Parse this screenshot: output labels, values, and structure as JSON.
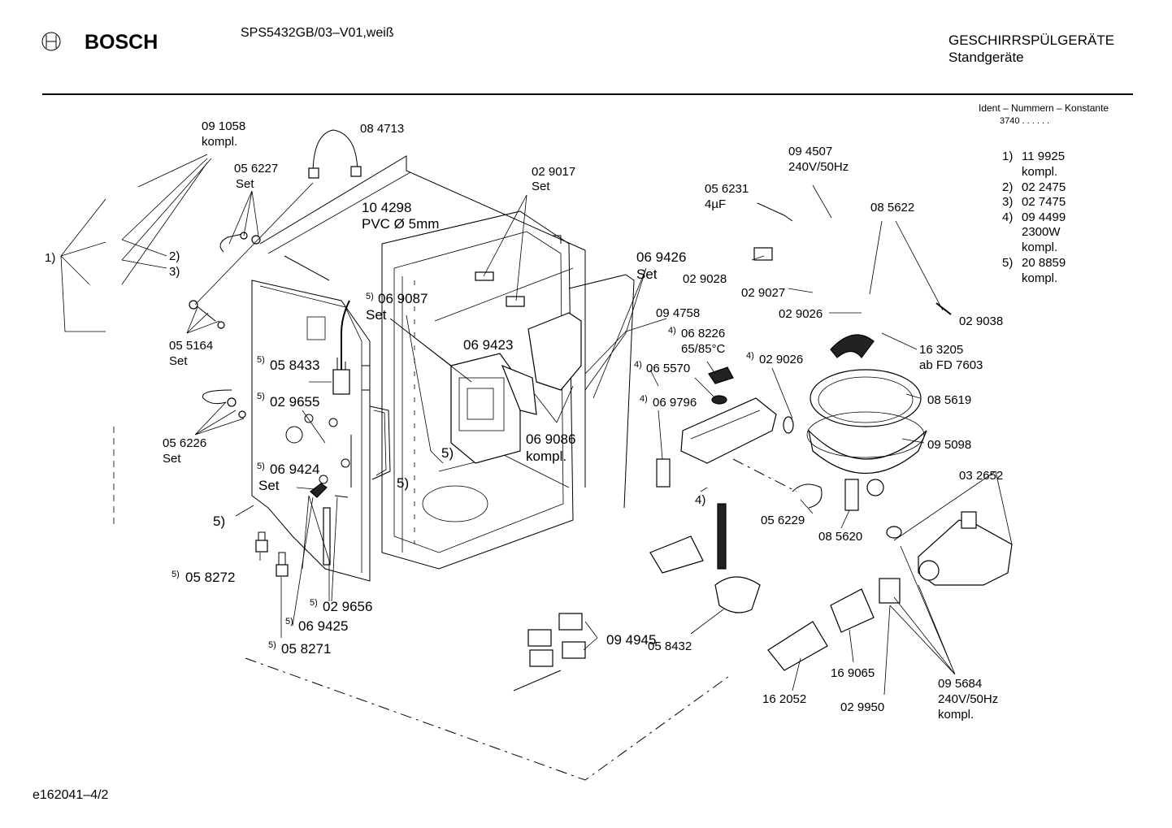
{
  "header": {
    "brand": "BOSCH",
    "model": "SPS5432GB/03–V01,weiß",
    "category": "GESCHIRRSPÜLGERÄTE",
    "subcategory": "Standgeräte",
    "ident_title": "Ident – Nummern – Konstante",
    "ident_value": "3740 . .  . . . ."
  },
  "footer": {
    "page_id": "e162041–4/2"
  },
  "legend": [
    {
      "num": "1)",
      "text": "11 9925",
      "text2": "kompl."
    },
    {
      "num": "2)",
      "text": "02 2475"
    },
    {
      "num": "3)",
      "text": "02 7475"
    },
    {
      "num": "4)",
      "text": "09 4499",
      "text2": "2300W",
      "text3": "kompl."
    },
    {
      "num": "5)",
      "text": "20 8859",
      "text2": "kompl."
    }
  ],
  "callouts": {
    "p091058": [
      "09 1058",
      "kompl."
    ],
    "p084713": "08 4713",
    "p056227": [
      "05 6227",
      "Set"
    ],
    "p104298": [
      "10 4298",
      "PVC Ø 5mm"
    ],
    "p029017": [
      "02 9017",
      "Set"
    ],
    "p094507": [
      "09 4507",
      "240V/50Hz"
    ],
    "p056231": [
      "05 6231",
      "4µF"
    ],
    "p085622": "08 5622",
    "ref1": "1)",
    "ref2": "2)",
    "ref3": "3)",
    "p069426": [
      "06 9426",
      "Set"
    ],
    "p029028": "02 9028",
    "p029027": "02 9027",
    "p029026a": "02 9026",
    "p029038": "02 9038",
    "p069087": [
      "06 9087",
      "Set"
    ],
    "p069087_ref": "5)",
    "p055164": [
      "05 5164",
      "Set"
    ],
    "p094758": "09 4758",
    "p068226": [
      "06 8226",
      "65/85°C"
    ],
    "p068226_ref": "4)",
    "p163205": [
      "16 3205",
      "ab FD 7603"
    ],
    "p058433": "05 8433",
    "p058433_ref": "5)",
    "p069423": "06 9423",
    "p065570": "06 5570",
    "p065570_ref": "4)",
    "p029026b": "02 9026",
    "p029026b_ref": "4)",
    "p029655": "02 9655",
    "p029655_ref": "5)",
    "p085619": "08 5619",
    "p069796": "06 9796",
    "p069796_ref": "4)",
    "p069086": [
      "06 9086",
      "kompl."
    ],
    "p095098": "09 5098",
    "p056226": [
      "05 6226",
      "Set"
    ],
    "ref5_door": "5)",
    "ref5_tub": "5)",
    "p069424": [
      "06 9424",
      "Set"
    ],
    "p069424_ref": "5)",
    "p032652": "03 2652",
    "ref5_panel": "5)",
    "ref4_heater": "4)",
    "p056229": "05 6229",
    "p085620": "08 5620",
    "p058272": "05 8272",
    "p058272_ref": "5)",
    "p029656": "02 9656",
    "p029656_ref": "5)",
    "p069425": "06 9425",
    "p069425_ref": "5)",
    "p094945": "09 4945",
    "p058271": "05 8271",
    "p058271_ref": "5)",
    "p058432": "05 8432",
    "p169065": "16 9065",
    "p095684": [
      "09 5684",
      "240V/50Hz",
      "kompl."
    ],
    "p162052": "16 2052",
    "p029950": "02 9950"
  }
}
